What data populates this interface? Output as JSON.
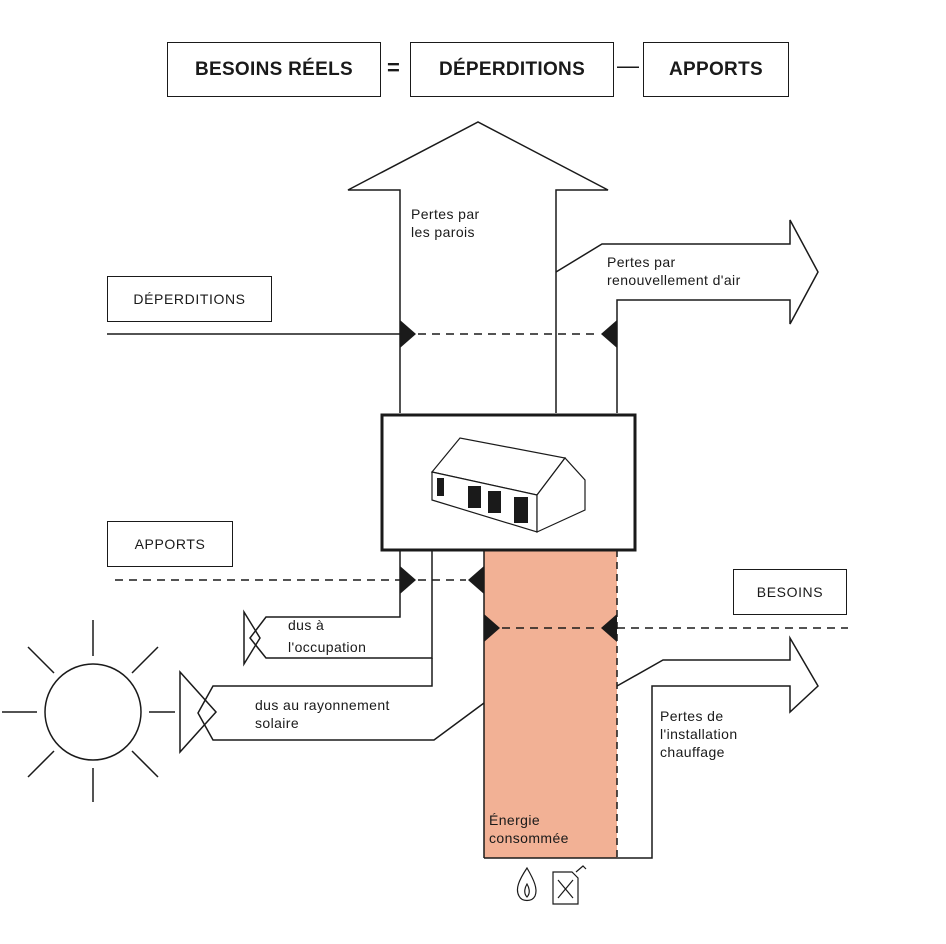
{
  "equation": {
    "term1": "BESOINS RÉELS",
    "equals": "=",
    "term2": "DÉPERDITIONS",
    "minus": "—",
    "term3": "APPORTS"
  },
  "labels": {
    "deperditions": "DÉPERDITIONS",
    "apports": "APPORTS",
    "besoins": "BESOINS"
  },
  "flows": {
    "pertes_parois": "Pertes par\nles parois",
    "pertes_air": "Pertes par\nrenouvellement d'air",
    "occupation": "dus à\nl'occupation",
    "rayonnement": "dus au rayonnement\nsolaire",
    "installation": "Pertes de\nl'installation\nchauffage",
    "energie": "Énergie\nconsommée"
  },
  "colors": {
    "energy_fill": "#f2b195",
    "line": "#1a1a1a"
  },
  "icons": [
    "sun-icon",
    "house-icon",
    "flame-icon",
    "fuel-can-icon"
  ]
}
